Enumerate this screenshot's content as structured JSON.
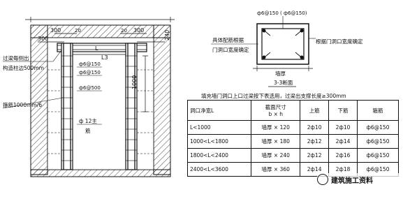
{
  "left_elevation": {
    "dim_top_left": "300",
    "dim_top_mid_left": "20",
    "dim_top_mid_right": "20",
    "dim_right_240": "240",
    "dim_300_right": "300",
    "dim_300_left": "300",
    "label_l3": "L3",
    "label_l": "L",
    "bar_top1": "ф6@150",
    "bar_top2": "ф6@150",
    "bar_side": "ф6@500",
    "dim_1000": "1000",
    "note_lintel_1": "过梁每侧出",
    "note_lintel_2": "构造柱边500mm",
    "note_spacing": "箍筋1000mm/6",
    "bar_main_1": "ф 12主",
    "bar_main_2": "筋"
  },
  "section": {
    "top_label": "ф6@150 ( ф6@150)",
    "left_note_1": "具体配筋根据",
    "left_note_2": "门洞口宽度确定",
    "right_note": "根据门洞口宽度确定",
    "bottom_label": "墙厚",
    "title": "3-3断面"
  },
  "table": {
    "caption": "填充墙门洞口上口过梁按下表选用，过梁出支撑长度≥300mm",
    "header": [
      "洞口净宽L",
      "截面尺寸\nb × h",
      "上筋",
      "下筋",
      "箍筋"
    ],
    "rows": [
      [
        "L<1000",
        "墙厚 × 120",
        "2ф10",
        "2ф10",
        "ф6@150"
      ],
      [
        "1000<L<1800",
        "墙厚 × 180",
        "2ф12",
        "2ф14",
        "ф6@150"
      ],
      [
        "1800<L<2400",
        "墙厚 × 240",
        "2ф12",
        "2ф16",
        "ф6@150"
      ],
      [
        "2400<L<3600",
        "墙厚 × 360",
        "2ф14",
        "2ф18",
        "ф6@150"
      ]
    ]
  },
  "watermark": "建筑施工资料"
}
